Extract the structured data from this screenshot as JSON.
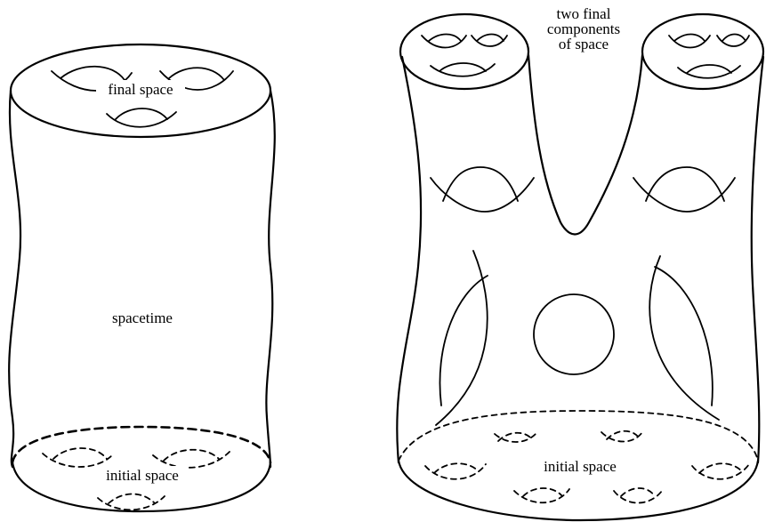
{
  "left_figure": {
    "top_label": "final space",
    "middle_label": "spacetime",
    "bottom_label": "initial space"
  },
  "right_figure": {
    "top_label_line1": "two final",
    "top_label_line2": "components",
    "top_label_line3": "of space",
    "bottom_label": "initial space"
  }
}
